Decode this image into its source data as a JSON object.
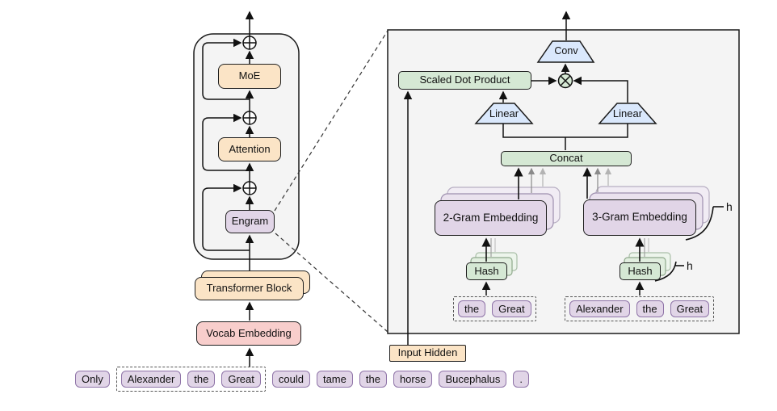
{
  "colors": {
    "block_orange": "#fbe4c6",
    "block_pink": "#f8cecc",
    "block_purple": "#e1d5e7",
    "block_green": "#d5e8d4",
    "block_blue": "#dae8fc",
    "panel_gray": "#f4f4f4",
    "line": "#111111",
    "faded_arrow": "#8a8a8a"
  },
  "operators": {
    "residual_add": "circle-plus",
    "gate_multiply": "circle-times"
  },
  "left_diagram": {
    "moe_label": "MoE",
    "attention_label": "Attention",
    "engram_label": "Engram",
    "transformer_block_label": "Transformer Block",
    "vocab_embedding_label": "Vocab Embedding"
  },
  "engram_detail": {
    "conv_label": "Conv",
    "scaled_dot_product_label": "Scaled Dot Product",
    "linear_left_label": "Linear",
    "linear_right_label": "Linear",
    "concat_label": "Concat",
    "bigram_embedding_label": "2-Gram Embedding",
    "trigram_embedding_label": "3-Gram Embedding",
    "hash_left_label": "Hash",
    "hash_right_label": "Hash",
    "num_hashes_label": "h",
    "bigram_tokens": [
      "the",
      "Great"
    ],
    "trigram_tokens": [
      "Alexander",
      "the",
      "Great"
    ]
  },
  "input_hidden_label": "Input Hidden",
  "sentence": {
    "before": [
      "Only"
    ],
    "highlighted": [
      "Alexander",
      "the",
      "Great"
    ],
    "after": [
      "could",
      "tame",
      "the",
      "horse",
      "Bucephalus",
      "."
    ]
  }
}
